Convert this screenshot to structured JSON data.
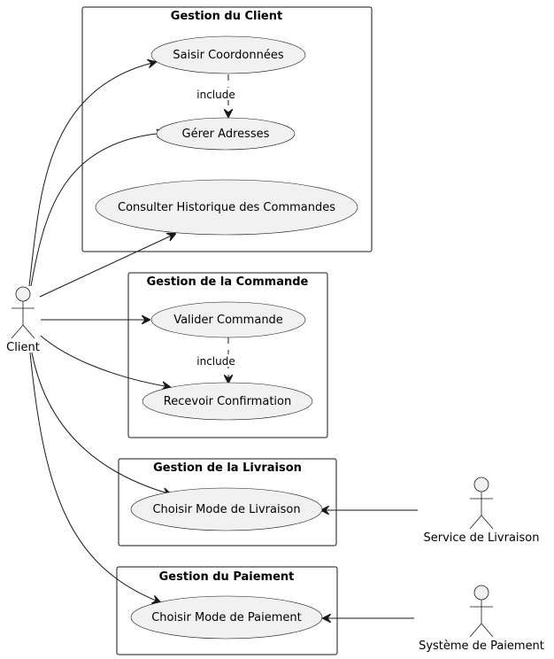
{
  "packages": [
    {
      "id": "client",
      "title": "Gestion du Client"
    },
    {
      "id": "commande",
      "title": "Gestion de la Commande"
    },
    {
      "id": "livraison",
      "title": "Gestion de la Livraison"
    },
    {
      "id": "paiement",
      "title": "Gestion du Paiement"
    }
  ],
  "use_cases": {
    "saisir_coordonnees": "Saisir Coordonnées",
    "gerer_adresses": "Gérer Adresses",
    "consulter_historique": "Consulter Historique des Commandes",
    "valider_commande": "Valider Commande",
    "recevoir_confirmation": "Recevoir Confirmation",
    "choisir_livraison": "Choisir Mode de Livraison",
    "choisir_paiement": "Choisir Mode de Paiement"
  },
  "actors": {
    "client": "Client",
    "service_livraison": "Service de Livraison",
    "systeme_paiement": "Système de Paiement"
  },
  "relations": {
    "include_1": "include",
    "include_2": "include"
  }
}
